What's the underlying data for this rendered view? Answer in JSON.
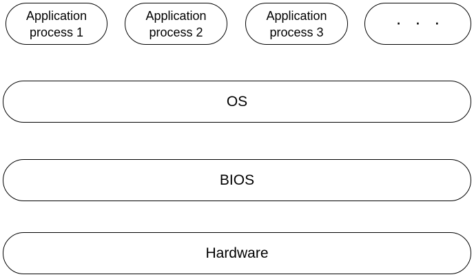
{
  "processes": [
    {
      "line1": "Application",
      "line2": "process 1"
    },
    {
      "line1": "Application",
      "line2": "process 2"
    },
    {
      "line1": "Application",
      "line2": "process 3"
    },
    {
      "ellipsis": "· · ·"
    }
  ],
  "layers": {
    "os": "OS",
    "bios": "BIOS",
    "hardware": "Hardware"
  }
}
